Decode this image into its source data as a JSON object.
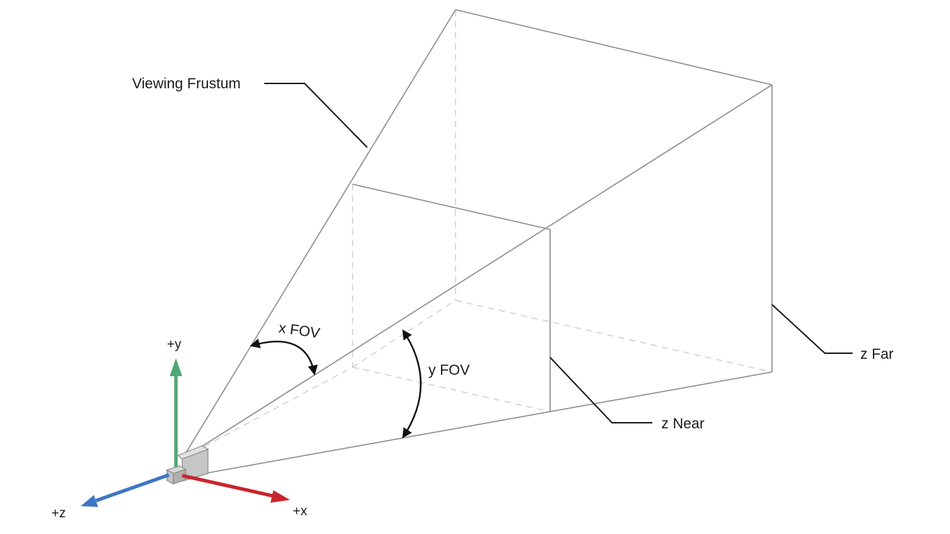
{
  "labels": {
    "frustum": "Viewing Frustum",
    "x_fov": "x FOV",
    "y_fov": "y FOV",
    "z_near": "z Near",
    "z_far": "z Far",
    "axis_y": "+y",
    "axis_x": "+x",
    "axis_z": "+z"
  },
  "colors": {
    "axis_x": "#c8252b",
    "axis_y": "#4fa873",
    "axis_z": "#3e76c4",
    "edge": "#8c8c8c",
    "hidden_edge": "#d0d0d0",
    "camera_body": "#bdbdbd",
    "arrow": "#111111"
  }
}
